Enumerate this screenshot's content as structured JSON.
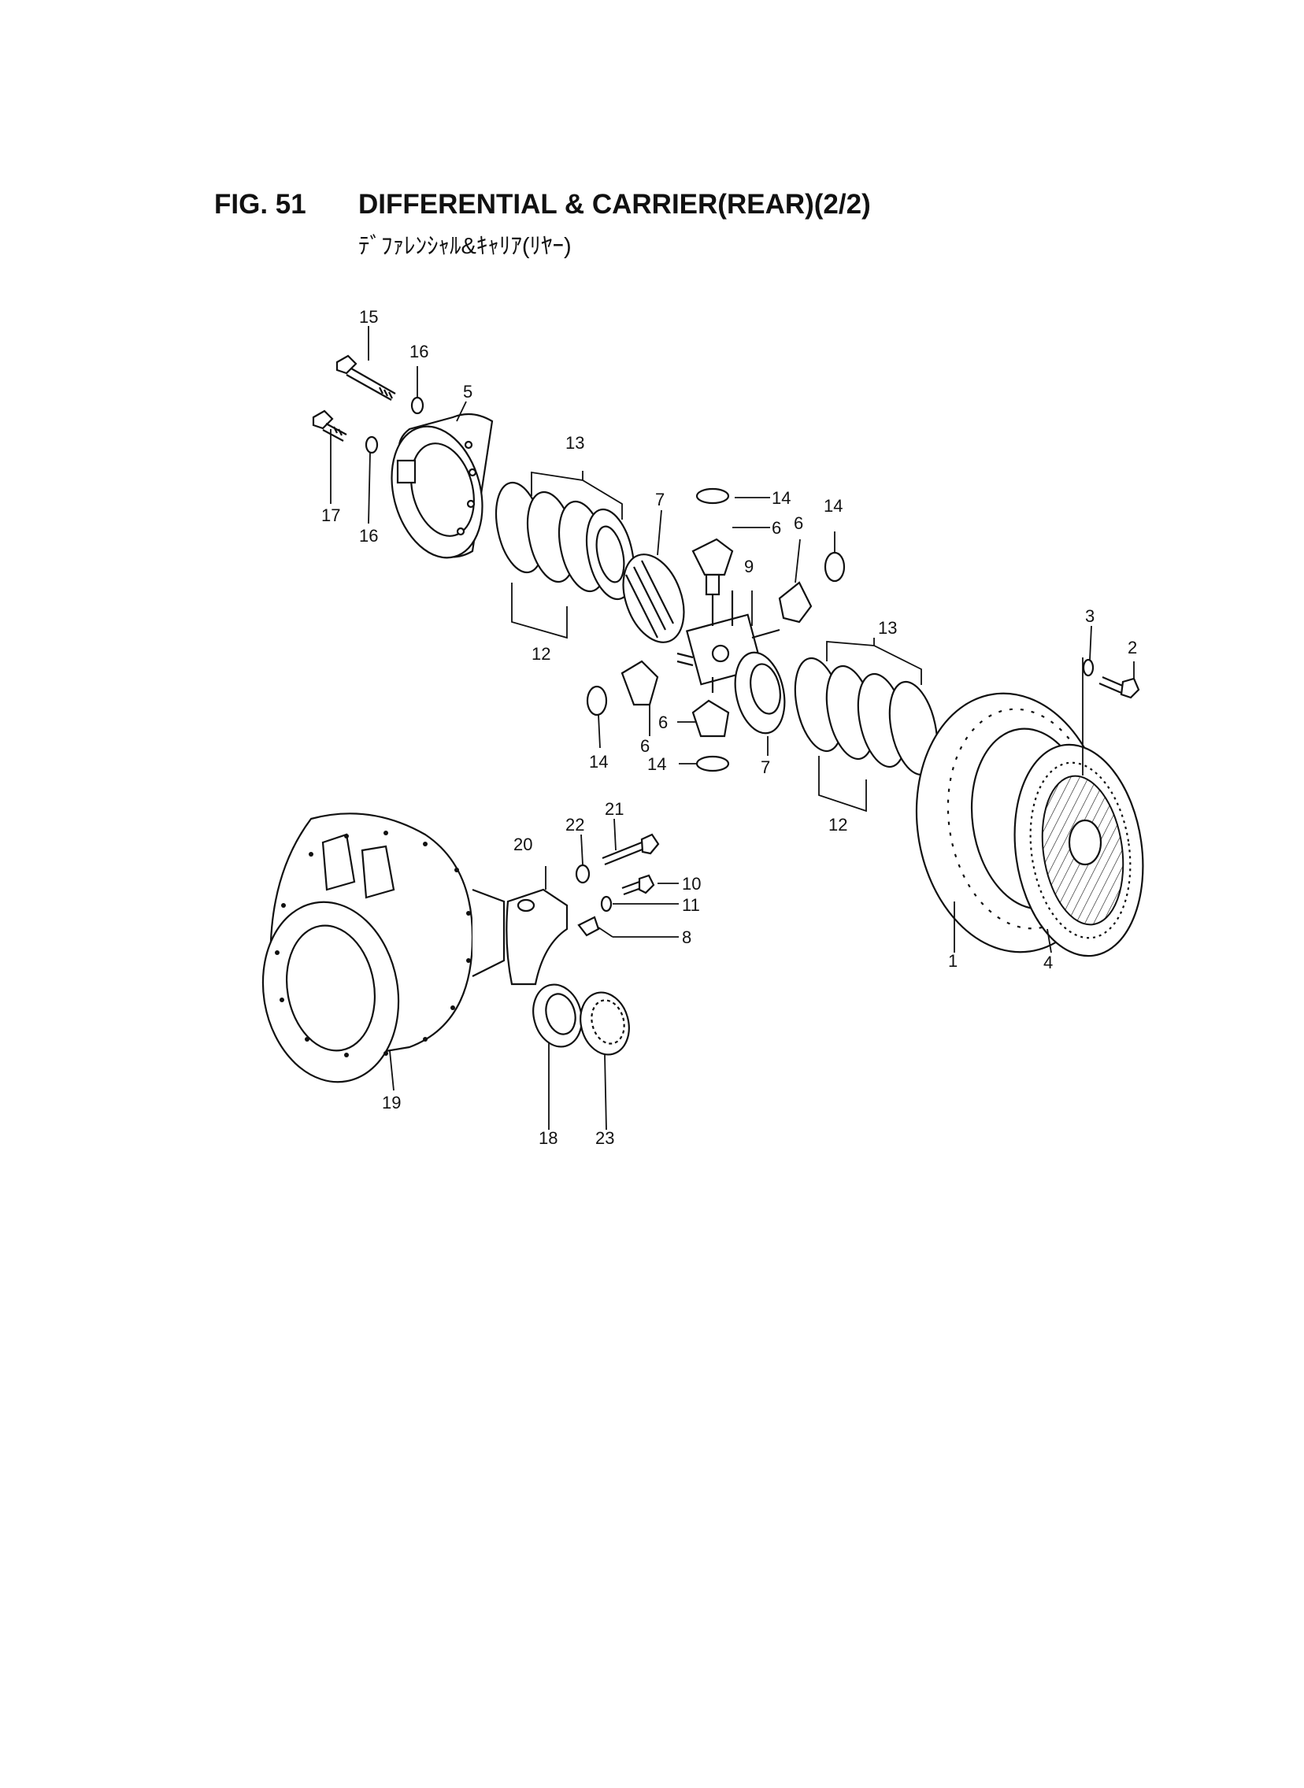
{
  "figure": {
    "number": "FIG. 51",
    "title": "DIFFERENTIAL & CARRIER(REAR)(2/2)",
    "subtitle": "ﾃﾞﾌｧﾚﾝｼｬﾙ&ｷｬﾘｱ(ﾘﾔｰ)"
  },
  "callouts": [
    "1",
    "2",
    "3",
    "4",
    "5",
    "6",
    "6",
    "6",
    "6",
    "7",
    "7",
    "8",
    "9",
    "10",
    "11",
    "12",
    "12",
    "13",
    "13",
    "14",
    "14",
    "14",
    "14",
    "15",
    "16",
    "16",
    "17",
    "18",
    "19",
    "20",
    "21",
    "22",
    "23"
  ]
}
